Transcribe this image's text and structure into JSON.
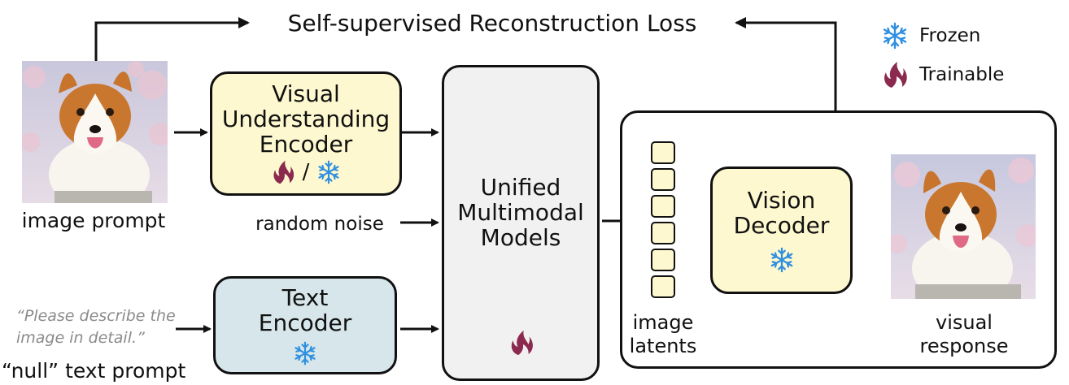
{
  "title": "Self-supervised Reconstruction Loss",
  "legend": {
    "frozen": "Frozen",
    "trainable": "Trainable",
    "frozen_icon": "snowflake-icon",
    "trainable_icon": "flame-icon"
  },
  "inputs": {
    "image_prompt": "image prompt",
    "random_noise": "random noise",
    "text_prompt_example": "“Please describe the image in detail.”",
    "null_text_prompt": "“null” text prompt"
  },
  "blocks": {
    "visual_encoder": [
      "Visual",
      "Understanding",
      "Encoder"
    ],
    "visual_encoder_separator": "/",
    "text_encoder": [
      "Text",
      "Encoder"
    ],
    "unified_model": [
      "Unified",
      "Multimodal",
      "Models"
    ],
    "vision_decoder": [
      "Vision",
      "Decoder"
    ]
  },
  "outputs": {
    "image_latents": [
      "image",
      "latents"
    ],
    "visual_response": [
      "visual",
      "response"
    ]
  },
  "colors": {
    "snowflake": "#2f8fe0",
    "flame": "#8b2a4e",
    "yellow_box": "#fdf8cf",
    "blue_box": "#d6e6ea",
    "gray_box": "#f1f1f1",
    "stroke": "#111111",
    "quote_gray": "#8a8a8a"
  }
}
